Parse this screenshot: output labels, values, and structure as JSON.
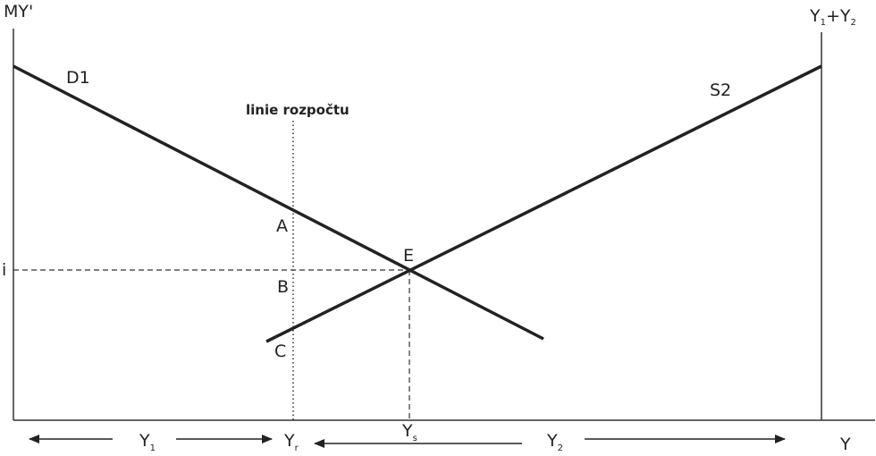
{
  "labels": {
    "y_axis": "MY'",
    "right_axis": "Y",
    "right_axis_sub1": "1",
    "right_axis_plus": "+Y",
    "right_axis_sub2": "2",
    "x_axis": "Y",
    "demand_curve": "D1",
    "supply_curve": "S2",
    "budget_line": "linie rozpočtu",
    "point_a": "A",
    "point_b": "B",
    "point_c": "C",
    "point_e": "E",
    "price_level": "i",
    "y1": "Y",
    "y1_sub": "1",
    "yr": "Y",
    "yr_sub": "r",
    "ys": "Y",
    "ys_sub": "s",
    "y2": "Y",
    "y2_sub": "2"
  },
  "colors": {
    "line": "#222222",
    "background": "#ffffff"
  }
}
